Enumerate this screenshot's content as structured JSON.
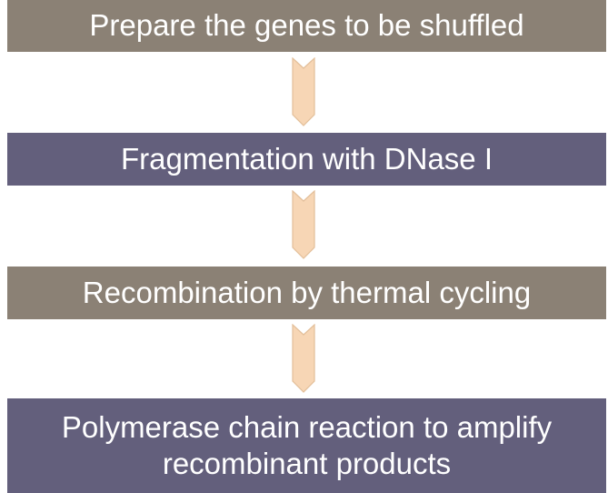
{
  "steps": [
    {
      "label": "Prepare the genes to be shuffled"
    },
    {
      "label": "Fragmentation with DNase I"
    },
    {
      "label": "Recombination by thermal cycling"
    },
    {
      "label": "Polymerase chain reaction to amplify recombinant products"
    }
  ],
  "colors": {
    "step_brown": "#8b8175",
    "step_purple": "#635f7c",
    "arrow_fill": "#f7d6b5",
    "arrow_stroke": "#e3bf9a",
    "text": "#ffffff"
  },
  "icons": {
    "flow_arrow": "chevron-down-arrow"
  }
}
